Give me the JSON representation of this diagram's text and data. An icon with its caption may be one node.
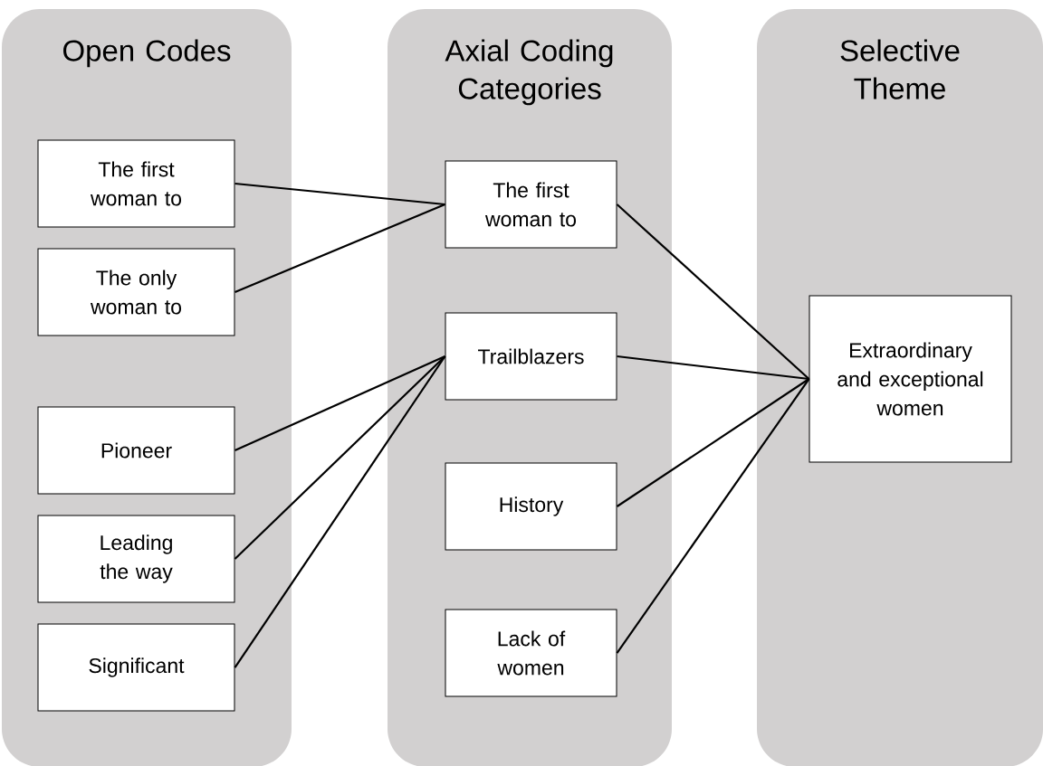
{
  "diagram": {
    "nodes": [
      {
        "text": [
          "Open Codes"
        ]
      },
      {
        "text": [
          "The first woman to"
        ],
        "in": 0
      },
      {
        "text": [
          "The only woman to"
        ],
        "in": 0
      },
      {
        "text": [
          "Pioneer"
        ],
        "in": 0
      },
      {
        "text": [
          "Leading the way"
        ],
        "in": 0
      },
      {
        "text": [
          "Significant"
        ],
        "in": 0
      },
      {
        "text": [
          "Axial Coding Categories"
        ]
      },
      {
        "text": [
          "The first woman to"
        ],
        "in": 6
      },
      {
        "text": [
          "Trailblazers"
        ],
        "in": 6
      },
      {
        "text": [
          "History"
        ],
        "in": 6
      },
      {
        "text": [
          "Lack of women"
        ],
        "in": 6
      },
      {
        "text": [
          "Selective Theme"
        ]
      },
      {
        "text": [
          "Extraordinary and exceptional women"
        ],
        "in": 11
      }
    ],
    "edges": [
      {
        "from": 1,
        "to": 7,
        "arrow": "none"
      },
      {
        "from": 2,
        "to": 7,
        "arrow": "none"
      },
      {
        "from": 3,
        "to": 8,
        "arrow": "none"
      },
      {
        "from": 4,
        "to": 8,
        "arrow": "none"
      },
      {
        "from": 5,
        "to": 8,
        "arrow": "none"
      },
      {
        "from": 7,
        "to": 12,
        "arrow": "none"
      },
      {
        "from": 8,
        "to": 12,
        "arrow": "none"
      },
      {
        "from": 9,
        "to": 12,
        "arrow": "none"
      },
      {
        "from": 10,
        "to": 12,
        "arrow": "none"
      }
    ]
  }
}
